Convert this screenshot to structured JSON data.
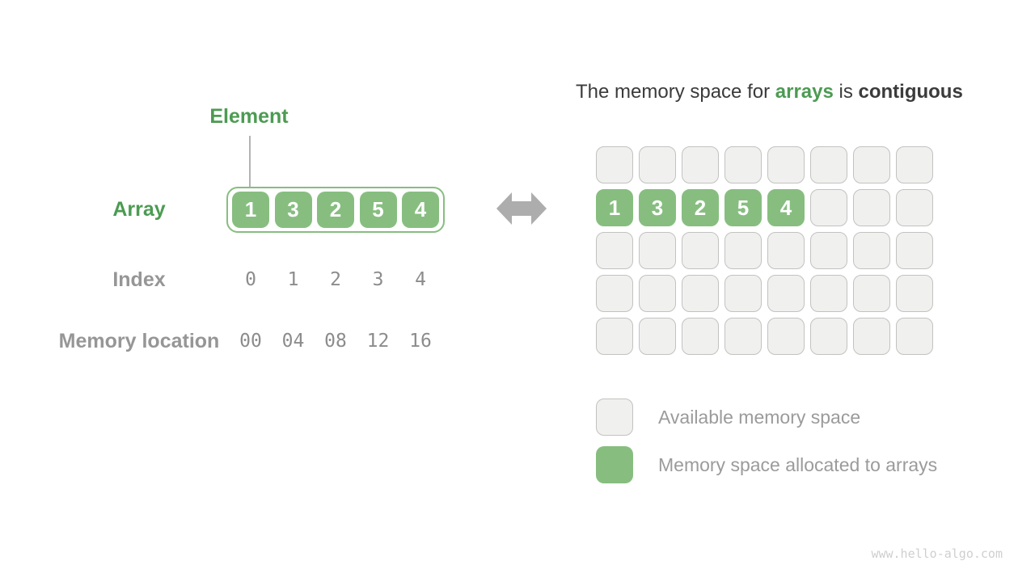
{
  "colors": {
    "cell-green": "#87be80",
    "label-green": "#4c9b52",
    "title-dark": "#3b3b3b",
    "label-gray": "#969696",
    "mono-gray": "#8c8c8c",
    "legend-gray": "#9b9b9b",
    "cell-gray": "#f0f0ef",
    "cell-gray-border": "#c2c2c1",
    "arrow-gray": "#adadad",
    "line-gray": "#b3b3b3",
    "watermark-gray": "#cfcfcf"
  },
  "left": {
    "element_label": "Element",
    "array_label": "Array",
    "array_values": [
      "1",
      "3",
      "2",
      "5",
      "4"
    ],
    "index_label": "Index",
    "index_values": [
      "0",
      "1",
      "2",
      "3",
      "4"
    ],
    "memory_label": "Memory location",
    "memory_values": [
      "00",
      "04",
      "08",
      "12",
      "16"
    ]
  },
  "title": {
    "prefix": "The memory space for ",
    "highlight": "arrays",
    "middle": " is ",
    "bold": "contiguous"
  },
  "memory_grid": {
    "rows": 5,
    "cols": 8,
    "allocated_row": 1,
    "allocated_values": [
      "1",
      "3",
      "2",
      "5",
      "4"
    ]
  },
  "legend": {
    "items": [
      {
        "swatch": "available",
        "label": "Available memory space"
      },
      {
        "swatch": "allocated",
        "label": "Memory space allocated to arrays"
      }
    ]
  },
  "watermark": "www.hello-algo.com"
}
